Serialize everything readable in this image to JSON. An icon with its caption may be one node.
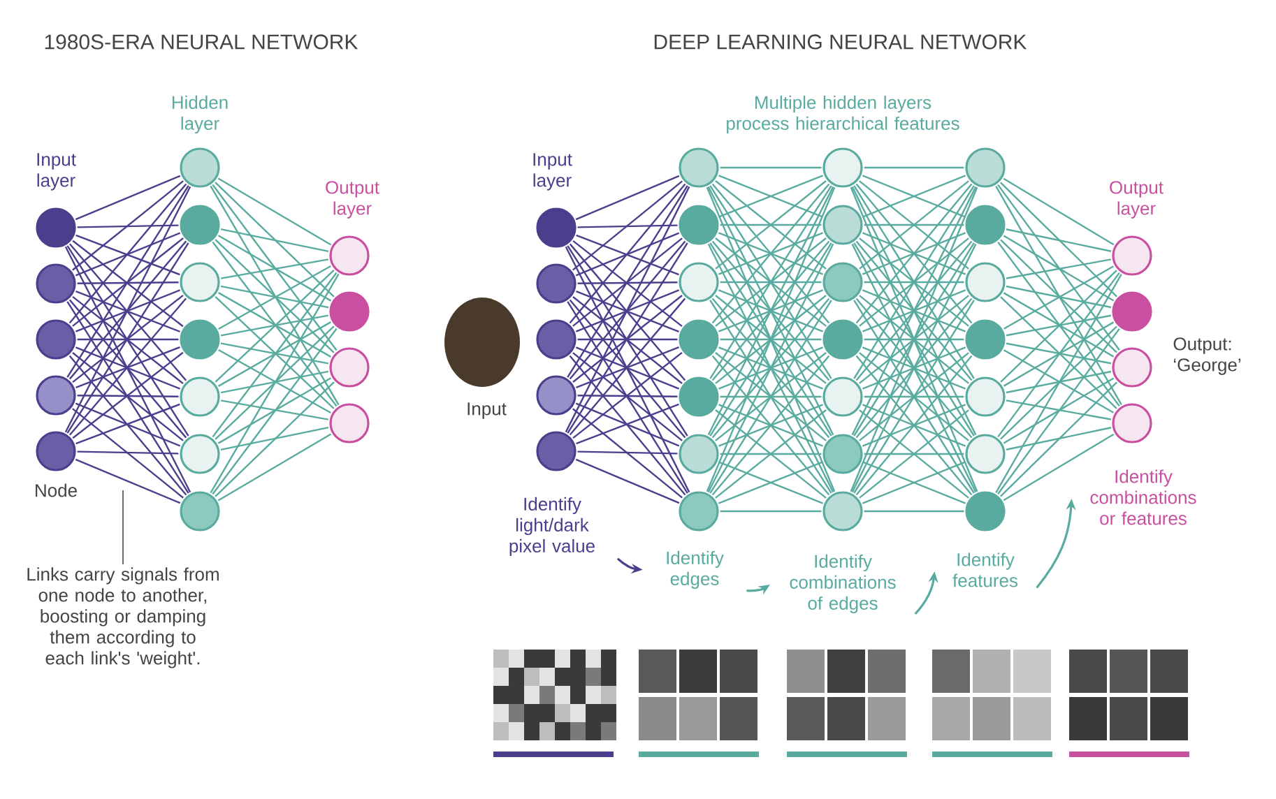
{
  "diagram": {
    "nodes": [
      {
        "text": [],
        "shape": "circle"
      },
      {
        "text": [],
        "shape": "circle"
      },
      {
        "text": [],
        "shape": "circle"
      },
      {
        "text": [],
        "shape": "circle"
      },
      {
        "text": [],
        "shape": "circle"
      },
      {
        "text": [],
        "shape": "circle"
      },
      {
        "text": [],
        "shape": "circle"
      },
      {
        "text": [],
        "shape": "circle"
      },
      {
        "text": [],
        "shape": "circle"
      },
      {
        "text": [],
        "shape": "circle"
      },
      {
        "text": [],
        "shape": "circle"
      },
      {
        "text": [],
        "shape": "circle"
      },
      {
        "text": [],
        "shape": "circle"
      },
      {
        "text": [],
        "shape": "circle"
      },
      {
        "text": [],
        "shape": "circle"
      },
      {
        "text": [],
        "shape": "circle"
      },
      {
        "text": [],
        "shape": "circle"
      },
      {
        "text": [],
        "shape": "circle"
      },
      {
        "text": [],
        "shape": "circle"
      },
      {
        "text": [],
        "shape": "circle"
      },
      {
        "text": [],
        "shape": "circle"
      },
      {
        "text": [],
        "shape": "circle"
      },
      {
        "text": [],
        "shape": "circle"
      },
      {
        "text": [],
        "shape": "circle"
      },
      {
        "text": [],
        "shape": "circle"
      },
      {
        "text": [],
        "shape": "circle"
      },
      {
        "text": [],
        "shape": "circle"
      },
      {
        "text": [],
        "shape": "circle"
      },
      {
        "text": [],
        "shape": "circle"
      },
      {
        "text": [],
        "shape": "circle"
      },
      {
        "text": [],
        "shape": "circle"
      },
      {
        "text": [],
        "shape": "circle"
      },
      {
        "text": [],
        "shape": "circle"
      },
      {
        "text": [],
        "shape": "circle"
      },
      {
        "text": [],
        "shape": "circle"
      },
      {
        "text": [],
        "shape": "circle"
      },
      {
        "text": [],
        "shape": "circle"
      },
      {
        "text": [],
        "shape": "circle"
      },
      {
        "text": [],
        "shape": "circle"
      },
      {
        "text": [],
        "shape": "circle"
      },
      {
        "text": [],
        "shape": "circle"
      },
      {
        "text": [],
        "shape": "circle"
      },
      {
        "text": [],
        "shape": "circle"
      },
      {
        "text": [],
        "shape": "circle"
      },
      {
        "text": [],
        "shape": "circle"
      },
      {
        "text": [],
        "shape": "circle"
      },
      {
        "text": [
          "Links carry signals from one node to another, boosting or damping them according to each link's 'weight'."
        ]
      },
      {
        "text": [
          "Identify light/dark pixel value"
        ]
      },
      {
        "text": [
          "Identify edges"
        ]
      },
      {
        "text": [
          "Identify combinations of edges"
        ]
      },
      {
        "text": [
          "Identify features"
        ]
      },
      {
        "text": [
          "Identify combinations or features"
        ]
      }
    ],
    "edges": [
      {
        "from": 0,
        "to": 5,
        "arrow": "none",
        "color": "#4a3f8c"
      },
      {
        "from": 0,
        "to": 6,
        "arrow": "none",
        "color": "#4a3f8c"
      },
      {
        "from": 0,
        "to": 7,
        "arrow": "none",
        "color": "#4a3f8c"
      },
      {
        "from": 0,
        "to": 8,
        "arrow": "none",
        "color": "#4a3f8c"
      },
      {
        "from": 0,
        "to": 9,
        "arrow": "none",
        "color": "#4a3f8c"
      },
      {
        "from": 0,
        "to": 10,
        "arrow": "none",
        "color": "#4a3f8c"
      },
      {
        "from": 0,
        "to": 11,
        "arrow": "none",
        "color": "#4a3f8c"
      },
      {
        "from": 1,
        "to": 5,
        "arrow": "none",
        "color": "#4a3f8c"
      },
      {
        "from": 1,
        "to": 6,
        "arrow": "none",
        "color": "#4a3f8c"
      },
      {
        "from": 1,
        "to": 7,
        "arrow": "none",
        "color": "#4a3f8c"
      },
      {
        "from": 1,
        "to": 8,
        "arrow": "none",
        "color": "#4a3f8c"
      },
      {
        "from": 1,
        "to": 9,
        "arrow": "none",
        "color": "#4a3f8c"
      },
      {
        "from": 1,
        "to": 10,
        "arrow": "none",
        "color": "#4a3f8c"
      },
      {
        "from": 1,
        "to": 11,
        "arrow": "none",
        "color": "#4a3f8c"
      },
      {
        "from": 2,
        "to": 5,
        "arrow": "none",
        "color": "#4a3f8c"
      },
      {
        "from": 2,
        "to": 6,
        "arrow": "none",
        "color": "#4a3f8c"
      },
      {
        "from": 2,
        "to": 7,
        "arrow": "none",
        "color": "#4a3f8c"
      },
      {
        "from": 2,
        "to": 8,
        "arrow": "none",
        "color": "#4a3f8c"
      },
      {
        "from": 2,
        "to": 9,
        "arrow": "none",
        "color": "#4a3f8c"
      },
      {
        "from": 2,
        "to": 10,
        "arrow": "none",
        "color": "#4a3f8c"
      },
      {
        "from": 2,
        "to": 11,
        "arrow": "none",
        "color": "#4a3f8c"
      },
      {
        "from": 3,
        "to": 5,
        "arrow": "none",
        "color": "#4a3f8c"
      },
      {
        "from": 3,
        "to": 6,
        "arrow": "none",
        "color": "#4a3f8c"
      },
      {
        "from": 3,
        "to": 7,
        "arrow": "none",
        "color": "#4a3f8c"
      },
      {
        "from": 3,
        "to": 8,
        "arrow": "none",
        "color": "#4a3f8c"
      },
      {
        "from": 3,
        "to": 9,
        "arrow": "none",
        "color": "#4a3f8c"
      },
      {
        "from": 3,
        "to": 10,
        "arrow": "none",
        "color": "#4a3f8c"
      },
      {
        "from": 3,
        "to": 11,
        "arrow": "none",
        "color": "#4a3f8c"
      },
      {
        "from": 4,
        "to": 5,
        "arrow": "none",
        "color": "#4a3f8c"
      },
      {
        "from": 4,
        "to": 6,
        "arrow": "none",
        "color": "#4a3f8c"
      },
      {
        "from": 4,
        "to": 7,
        "arrow": "none",
        "color": "#4a3f8c"
      },
      {
        "from": 4,
        "to": 8,
        "arrow": "none",
        "color": "#4a3f8c"
      },
      {
        "from": 4,
        "to": 9,
        "arrow": "none",
        "color": "#4a3f8c"
      },
      {
        "from": 4,
        "to": 10,
        "arrow": "none",
        "color": "#4a3f8c"
      },
      {
        "from": 4,
        "to": 11,
        "arrow": "none",
        "color": "#4a3f8c"
      },
      {
        "from": 5,
        "to": 12,
        "arrow": "none"
      },
      {
        "from": 5,
        "to": 13,
        "arrow": "none"
      },
      {
        "from": 5,
        "to": 14,
        "arrow": "none"
      },
      {
        "from": 5,
        "to": 15,
        "arrow": "none"
      },
      {
        "from": 6,
        "to": 12,
        "arrow": "none"
      },
      {
        "from": 6,
        "to": 13,
        "arrow": "none"
      },
      {
        "from": 6,
        "to": 14,
        "arrow": "none"
      },
      {
        "from": 6,
        "to": 15,
        "arrow": "none"
      },
      {
        "from": 7,
        "to": 12,
        "arrow": "none"
      },
      {
        "from": 7,
        "to": 13,
        "arrow": "none"
      },
      {
        "from": 7,
        "to": 14,
        "arrow": "none"
      },
      {
        "from": 7,
        "to": 15,
        "arrow": "none"
      },
      {
        "from": 8,
        "to": 12,
        "arrow": "none"
      },
      {
        "from": 8,
        "to": 13,
        "arrow": "none"
      },
      {
        "from": 8,
        "to": 14,
        "arrow": "none"
      },
      {
        "from": 8,
        "to": 15,
        "arrow": "none"
      },
      {
        "from": 9,
        "to": 12,
        "arrow": "none"
      },
      {
        "from": 9,
        "to": 13,
        "arrow": "none"
      },
      {
        "from": 9,
        "to": 14,
        "arrow": "none"
      },
      {
        "from": 9,
        "to": 15,
        "arrow": "none"
      },
      {
        "from": 10,
        "to": 12,
        "arrow": "none"
      },
      {
        "from": 10,
        "to": 13,
        "arrow": "none"
      },
      {
        "from": 10,
        "to": 14,
        "arrow": "none"
      },
      {
        "from": 10,
        "to": 15,
        "arrow": "none"
      },
      {
        "from": 11,
        "to": 12,
        "arrow": "none"
      },
      {
        "from": 11,
        "to": 13,
        "arrow": "none"
      },
      {
        "from": 11,
        "to": 14,
        "arrow": "none"
      },
      {
        "from": 11,
        "to": 15,
        "arrow": "none"
      },
      {
        "from": 16,
        "to": 21,
        "arrow": "none",
        "color": "#4a3f8c"
      },
      {
        "from": 16,
        "to": 22,
        "arrow": "none",
        "color": "#4a3f8c"
      },
      {
        "from": 16,
        "to": 23,
        "arrow": "none",
        "color": "#4a3f8c"
      },
      {
        "from": 16,
        "to": 24,
        "arrow": "none",
        "color": "#4a3f8c"
      },
      {
        "from": 16,
        "to": 25,
        "arrow": "none",
        "color": "#4a3f8c"
      },
      {
        "from": 16,
        "to": 26,
        "arrow": "none",
        "color": "#4a3f8c"
      },
      {
        "from": 16,
        "to": 27,
        "arrow": "none",
        "color": "#4a3f8c"
      },
      {
        "from": 17,
        "to": 21,
        "arrow": "none",
        "color": "#4a3f8c"
      },
      {
        "from": 17,
        "to": 22,
        "arrow": "none",
        "color": "#4a3f8c"
      },
      {
        "from": 17,
        "to": 23,
        "arrow": "none",
        "color": "#4a3f8c"
      },
      {
        "from": 17,
        "to": 24,
        "arrow": "none",
        "color": "#4a3f8c"
      },
      {
        "from": 17,
        "to": 25,
        "arrow": "none",
        "color": "#4a3f8c"
      },
      {
        "from": 17,
        "to": 26,
        "arrow": "none",
        "color": "#4a3f8c"
      },
      {
        "from": 17,
        "to": 27,
        "arrow": "none",
        "color": "#4a3f8c"
      },
      {
        "from": 18,
        "to": 21,
        "arrow": "none",
        "color": "#4a3f8c"
      },
      {
        "from": 18,
        "to": 22,
        "arrow": "none",
        "color": "#4a3f8c"
      },
      {
        "from": 18,
        "to": 23,
        "arrow": "none",
        "color": "#4a3f8c"
      },
      {
        "from": 18,
        "to": 24,
        "arrow": "none",
        "color": "#4a3f8c"
      },
      {
        "from": 18,
        "to": 25,
        "arrow": "none",
        "color": "#4a3f8c"
      },
      {
        "from": 18,
        "to": 26,
        "arrow": "none",
        "color": "#4a3f8c"
      },
      {
        "from": 18,
        "to": 27,
        "arrow": "none",
        "color": "#4a3f8c"
      },
      {
        "from": 19,
        "to": 21,
        "arrow": "none",
        "color": "#4a3f8c"
      },
      {
        "from": 19,
        "to": 22,
        "arrow": "none",
        "color": "#4a3f8c"
      },
      {
        "from": 19,
        "to": 23,
        "arrow": "none",
        "color": "#4a3f8c"
      },
      {
        "from": 19,
        "to": 24,
        "arrow": "none",
        "color": "#4a3f8c"
      },
      {
        "from": 19,
        "to": 25,
        "arrow": "none",
        "color": "#4a3f8c"
      },
      {
        "from": 19,
        "to": 26,
        "arrow": "none",
        "color": "#4a3f8c"
      },
      {
        "from": 19,
        "to": 27,
        "arrow": "none",
        "color": "#4a3f8c"
      },
      {
        "from": 20,
        "to": 21,
        "arrow": "none",
        "color": "#4a3f8c"
      },
      {
        "from": 20,
        "to": 22,
        "arrow": "none",
        "color": "#4a3f8c"
      },
      {
        "from": 20,
        "to": 23,
        "arrow": "none",
        "color": "#4a3f8c"
      },
      {
        "from": 20,
        "to": 24,
        "arrow": "none",
        "color": "#4a3f8c"
      },
      {
        "from": 20,
        "to": 25,
        "arrow": "none",
        "color": "#4a3f8c"
      },
      {
        "from": 20,
        "to": 26,
        "arrow": "none",
        "color": "#4a3f8c"
      },
      {
        "from": 20,
        "to": 27,
        "arrow": "none",
        "color": "#4a3f8c"
      },
      {
        "from": 21,
        "to": 28,
        "arrow": "none"
      },
      {
        "from": 21,
        "to": 29,
        "arrow": "none"
      },
      {
        "from": 21,
        "to": 30,
        "arrow": "none"
      },
      {
        "from": 21,
        "to": 31,
        "arrow": "none"
      },
      {
        "from": 21,
        "to": 32,
        "arrow": "none"
      },
      {
        "from": 21,
        "to": 33,
        "arrow": "none"
      },
      {
        "from": 21,
        "to": 34,
        "arrow": "none"
      },
      {
        "from": 22,
        "to": 28,
        "arrow": "none"
      },
      {
        "from": 22,
        "to": 29,
        "arrow": "none"
      },
      {
        "from": 22,
        "to": 30,
        "arrow": "none"
      },
      {
        "from": 22,
        "to": 31,
        "arrow": "none"
      },
      {
        "from": 22,
        "to": 32,
        "arrow": "none"
      },
      {
        "from": 22,
        "to": 33,
        "arrow": "none"
      },
      {
        "from": 22,
        "to": 34,
        "arrow": "none"
      },
      {
        "from": 23,
        "to": 28,
        "arrow": "none"
      },
      {
        "from": 23,
        "to": 29,
        "arrow": "none"
      },
      {
        "from": 23,
        "to": 30,
        "arrow": "none"
      },
      {
        "from": 23,
        "to": 31,
        "arrow": "none"
      },
      {
        "from": 23,
        "to": 32,
        "arrow": "none"
      },
      {
        "from": 23,
        "to": 33,
        "arrow": "none"
      },
      {
        "from": 23,
        "to": 34,
        "arrow": "none"
      },
      {
        "from": 24,
        "to": 28,
        "arrow": "none"
      },
      {
        "from": 24,
        "to": 29,
        "arrow": "none"
      },
      {
        "from": 24,
        "to": 30,
        "arrow": "none"
      },
      {
        "from": 24,
        "to": 31,
        "arrow": "none"
      },
      {
        "from": 24,
        "to": 32,
        "arrow": "none"
      },
      {
        "from": 24,
        "to": 33,
        "arrow": "none"
      },
      {
        "from": 24,
        "to": 34,
        "arrow": "none"
      },
      {
        "from": 25,
        "to": 28,
        "arrow": "none"
      },
      {
        "from": 25,
        "to": 29,
        "arrow": "none"
      },
      {
        "from": 25,
        "to": 30,
        "arrow": "none"
      },
      {
        "from": 25,
        "to": 31,
        "arrow": "none"
      },
      {
        "from": 25,
        "to": 32,
        "arrow": "none"
      },
      {
        "from": 25,
        "to": 33,
        "arrow": "none"
      },
      {
        "from": 25,
        "to": 34,
        "arrow": "none"
      },
      {
        "from": 26,
        "to": 28,
        "arrow": "none"
      },
      {
        "from": 26,
        "to": 29,
        "arrow": "none"
      },
      {
        "from": 26,
        "to": 30,
        "arrow": "none"
      },
      {
        "from": 26,
        "to": 31,
        "arrow": "none"
      },
      {
        "from": 26,
        "to": 32,
        "arrow": "none"
      },
      {
        "from": 26,
        "to": 33,
        "arrow": "none"
      },
      {
        "from": 26,
        "to": 34,
        "arrow": "none"
      },
      {
        "from": 27,
        "to": 28,
        "arrow": "none"
      },
      {
        "from": 27,
        "to": 29,
        "arrow": "none"
      },
      {
        "from": 27,
        "to": 30,
        "arrow": "none"
      },
      {
        "from": 27,
        "to": 31,
        "arrow": "none"
      },
      {
        "from": 27,
        "to": 32,
        "arrow": "none"
      },
      {
        "from": 27,
        "to": 33,
        "arrow": "none"
      },
      {
        "from": 27,
        "to": 34,
        "arrow": "none"
      },
      {
        "from": 28,
        "to": 35,
        "arrow": "none"
      },
      {
        "from": 28,
        "to": 36,
        "arrow": "none"
      },
      {
        "from": 28,
        "to": 37,
        "arrow": "none"
      },
      {
        "from": 28,
        "to": 38,
        "arrow": "none"
      },
      {
        "from": 28,
        "to": 39,
        "arrow": "none"
      },
      {
        "from": 28,
        "to": 40,
        "arrow": "none"
      },
      {
        "from": 28,
        "to": 41,
        "arrow": "none"
      },
      {
        "from": 29,
        "to": 35,
        "arrow": "none"
      },
      {
        "from": 29,
        "to": 36,
        "arrow": "none"
      },
      {
        "from": 29,
        "to": 37,
        "arrow": "none"
      },
      {
        "from": 29,
        "to": 38,
        "arrow": "none"
      },
      {
        "from": 29,
        "to": 39,
        "arrow": "none"
      },
      {
        "from": 29,
        "to": 40,
        "arrow": "none"
      },
      {
        "from": 29,
        "to": 41,
        "arrow": "none"
      },
      {
        "from": 30,
        "to": 35,
        "arrow": "none"
      },
      {
        "from": 30,
        "to": 36,
        "arrow": "none"
      },
      {
        "from": 30,
        "to": 37,
        "arrow": "none"
      },
      {
        "from": 30,
        "to": 38,
        "arrow": "none"
      },
      {
        "from": 30,
        "to": 39,
        "arrow": "none"
      },
      {
        "from": 30,
        "to": 40,
        "arrow": "none"
      },
      {
        "from": 30,
        "to": 41,
        "arrow": "none"
      },
      {
        "from": 31,
        "to": 35,
        "arrow": "none"
      },
      {
        "from": 31,
        "to": 36,
        "arrow": "none"
      },
      {
        "from": 31,
        "to": 37,
        "arrow": "none"
      },
      {
        "from": 31,
        "to": 38,
        "arrow": "none"
      },
      {
        "from": 31,
        "to": 39,
        "arrow": "none"
      },
      {
        "from": 31,
        "to": 40,
        "arrow": "none"
      },
      {
        "from": 31,
        "to": 41,
        "arrow": "none"
      },
      {
        "from": 32,
        "to": 35,
        "arrow": "none"
      },
      {
        "from": 32,
        "to": 36,
        "arrow": "none"
      },
      {
        "from": 32,
        "to": 37,
        "arrow": "none"
      },
      {
        "from": 32,
        "to": 38,
        "arrow": "none"
      },
      {
        "from": 32,
        "to": 39,
        "arrow": "none"
      },
      {
        "from": 32,
        "to": 40,
        "arrow": "none"
      },
      {
        "from": 32,
        "to": 41,
        "arrow": "none"
      },
      {
        "from": 33,
        "to": 35,
        "arrow": "none"
      },
      {
        "from": 33,
        "to": 36,
        "arrow": "none"
      },
      {
        "from": 33,
        "to": 37,
        "arrow": "none"
      },
      {
        "from": 33,
        "to": 38,
        "arrow": "none"
      },
      {
        "from": 33,
        "to": 39,
        "arrow": "none"
      },
      {
        "from": 33,
        "to": 40,
        "arrow": "none"
      },
      {
        "from": 33,
        "to": 41,
        "arrow": "none"
      },
      {
        "from": 34,
        "to": 35,
        "arrow": "none"
      },
      {
        "from": 34,
        "to": 36,
        "arrow": "none"
      },
      {
        "from": 34,
        "to": 37,
        "arrow": "none"
      },
      {
        "from": 34,
        "to": 38,
        "arrow": "none"
      },
      {
        "from": 34,
        "to": 39,
        "arrow": "none"
      },
      {
        "from": 34,
        "to": 40,
        "arrow": "none"
      },
      {
        "from": 34,
        "to": 41,
        "arrow": "none"
      },
      {
        "from": 35,
        "to": 42,
        "arrow": "none"
      },
      {
        "from": 35,
        "to": 43,
        "arrow": "none"
      },
      {
        "from": 35,
        "to": 44,
        "arrow": "none"
      },
      {
        "from": 35,
        "to": 45,
        "arrow": "none"
      },
      {
        "from": 36,
        "to": 42,
        "arrow": "none"
      },
      {
        "from": 36,
        "to": 43,
        "arrow": "none"
      },
      {
        "from": 36,
        "to": 44,
        "arrow": "none"
      },
      {
        "from": 36,
        "to": 45,
        "arrow": "none"
      },
      {
        "from": 37,
        "to": 42,
        "arrow": "none"
      },
      {
        "from": 37,
        "to": 43,
        "arrow": "none"
      },
      {
        "from": 37,
        "to": 44,
        "arrow": "none"
      },
      {
        "from": 37,
        "to": 45,
        "arrow": "none"
      },
      {
        "from": 38,
        "to": 42,
        "arrow": "none"
      },
      {
        "from": 38,
        "to": 43,
        "arrow": "none"
      },
      {
        "from": 38,
        "to": 44,
        "arrow": "none"
      },
      {
        "from": 38,
        "to": 45,
        "arrow": "none"
      },
      {
        "from": 39,
        "to": 42,
        "arrow": "none"
      },
      {
        "from": 39,
        "to": 43,
        "arrow": "none"
      },
      {
        "from": 39,
        "to": 44,
        "arrow": "none"
      },
      {
        "from": 39,
        "to": 45,
        "arrow": "none"
      },
      {
        "from": 40,
        "to": 42,
        "arrow": "none"
      },
      {
        "from": 40,
        "to": 43,
        "arrow": "none"
      },
      {
        "from": 40,
        "to": 44,
        "arrow": "none"
      },
      {
        "from": 40,
        "to": 45,
        "arrow": "none"
      },
      {
        "from": 41,
        "to": 42,
        "arrow": "none"
      },
      {
        "from": 41,
        "to": 43,
        "arrow": "none"
      },
      {
        "from": 41,
        "to": 44,
        "arrow": "none"
      },
      {
        "from": 41,
        "to": 45,
        "arrow": "none"
      },
      {
        "from": 46,
        "to": null,
        "arrow": "none",
        "color": "#444444"
      },
      {
        "from": 47,
        "to": 48,
        "arrow": "to",
        "color": "#4a3f8c"
      },
      {
        "from": 48,
        "to": 49,
        "arrow": "to"
      },
      {
        "from": 49,
        "to": 50,
        "arrow": "to"
      },
      {
        "from": 50,
        "to": 51,
        "arrow": "to"
      }
    ],
    "labels": [
      "1980S-ERA NEURAL NETWORK",
      "DEEP LEARNING NEURAL NETWORK",
      "Hidden layer",
      "Input layer",
      "Output layer",
      "Node",
      "Multiple hidden layers process hierarchical features",
      "Input layer",
      "Output layer",
      "Input",
      "Output: ‘George’"
    ]
  }
}
